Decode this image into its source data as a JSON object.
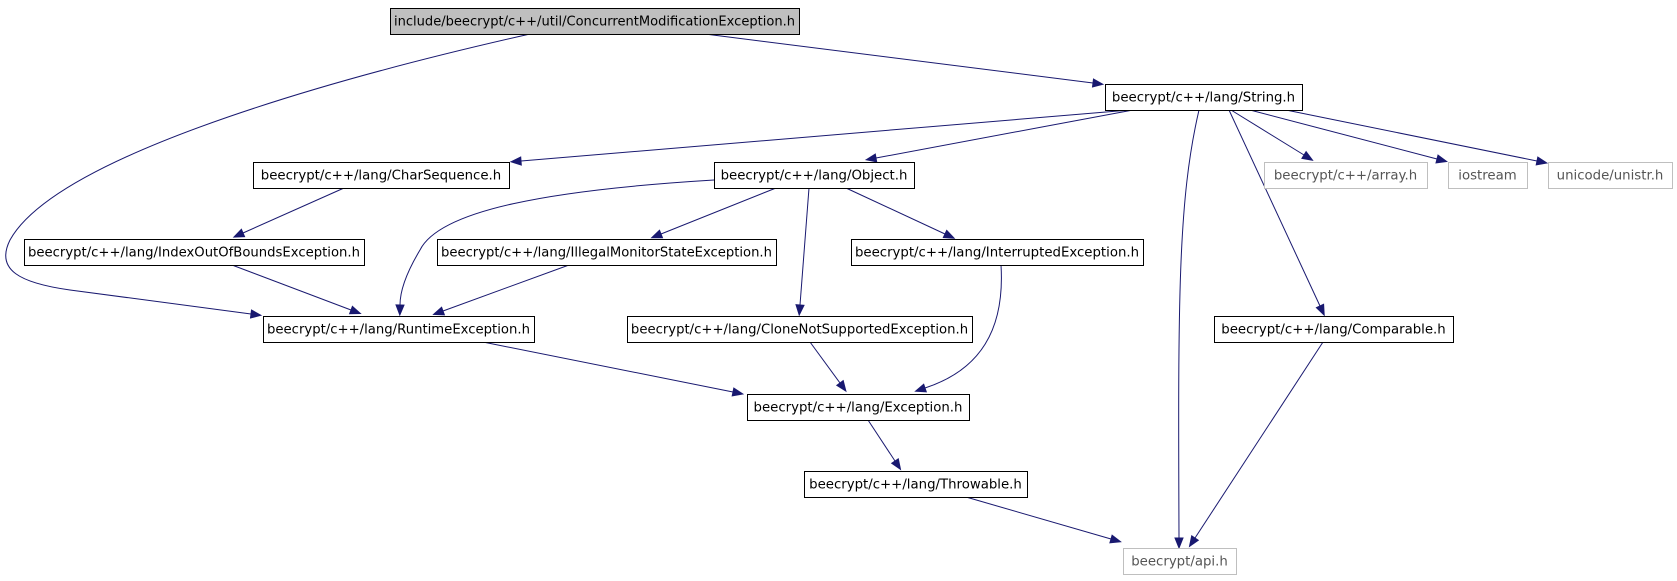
{
  "colors": {
    "edge": "#191970",
    "root_fill": "#bfbfbf",
    "node_border": "#000000",
    "external_border": "#bfbfbf",
    "external_text": "#555555"
  },
  "nodes": [
    {
      "id": "root",
      "label": "include/beecrypt/c++/util/ConcurrentModificationException.h",
      "kind": "root"
    },
    {
      "id": "string",
      "label": "beecrypt/c++/lang/String.h",
      "kind": "normal"
    },
    {
      "id": "charseq",
      "label": "beecrypt/c++/lang/CharSequence.h",
      "kind": "normal"
    },
    {
      "id": "object",
      "label": "beecrypt/c++/lang/Object.h",
      "kind": "normal"
    },
    {
      "id": "array",
      "label": "beecrypt/c++/array.h",
      "kind": "external"
    },
    {
      "id": "iostream",
      "label": "iostream",
      "kind": "external"
    },
    {
      "id": "unistr",
      "label": "unicode/unistr.h",
      "kind": "external"
    },
    {
      "id": "indexoob",
      "label": "beecrypt/c++/lang/IndexOutOfBoundsException.h",
      "kind": "normal"
    },
    {
      "id": "illegalmon",
      "label": "beecrypt/c++/lang/IllegalMonitorStateException.h",
      "kind": "normal"
    },
    {
      "id": "interrupted",
      "label": "beecrypt/c++/lang/InterruptedException.h",
      "kind": "normal"
    },
    {
      "id": "runtime",
      "label": "beecrypt/c++/lang/RuntimeException.h",
      "kind": "normal"
    },
    {
      "id": "clonens",
      "label": "beecrypt/c++/lang/CloneNotSupportedException.h",
      "kind": "normal"
    },
    {
      "id": "comparable",
      "label": "beecrypt/c++/lang/Comparable.h",
      "kind": "normal"
    },
    {
      "id": "exception",
      "label": "beecrypt/c++/lang/Exception.h",
      "kind": "normal"
    },
    {
      "id": "throwable",
      "label": "beecrypt/c++/lang/Throwable.h",
      "kind": "normal"
    },
    {
      "id": "api",
      "label": "beecrypt/api.h",
      "kind": "external"
    }
  ],
  "edges": [
    {
      "from": "root",
      "to": "string"
    },
    {
      "from": "root",
      "to": "runtime"
    },
    {
      "from": "string",
      "to": "charseq"
    },
    {
      "from": "string",
      "to": "object"
    },
    {
      "from": "string",
      "to": "array"
    },
    {
      "from": "string",
      "to": "iostream"
    },
    {
      "from": "string",
      "to": "unistr"
    },
    {
      "from": "string",
      "to": "comparable"
    },
    {
      "from": "string",
      "to": "api"
    },
    {
      "from": "charseq",
      "to": "indexoob"
    },
    {
      "from": "indexoob",
      "to": "runtime"
    },
    {
      "from": "object",
      "to": "runtime"
    },
    {
      "from": "object",
      "to": "illegalmon"
    },
    {
      "from": "object",
      "to": "clonens"
    },
    {
      "from": "object",
      "to": "interrupted"
    },
    {
      "from": "illegalmon",
      "to": "runtime"
    },
    {
      "from": "runtime",
      "to": "exception"
    },
    {
      "from": "clonens",
      "to": "exception"
    },
    {
      "from": "interrupted",
      "to": "exception"
    },
    {
      "from": "exception",
      "to": "throwable"
    },
    {
      "from": "throwable",
      "to": "api"
    },
    {
      "from": "comparable",
      "to": "api"
    }
  ]
}
